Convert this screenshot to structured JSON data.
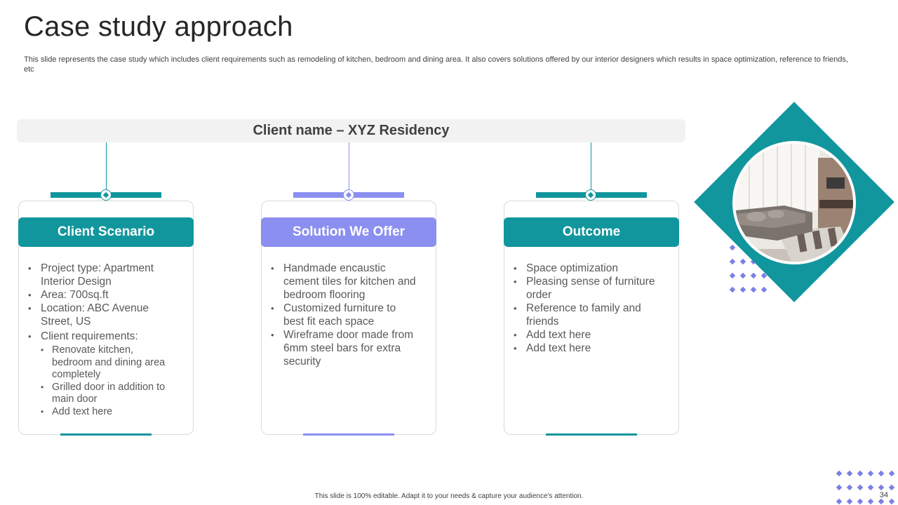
{
  "title": "Case study approach",
  "subtitle": "This slide represents the case study which includes client requirements such as remodeling of kitchen, bedroom and dining area. It also covers solutions offered by our interior designers which results in space optimization, reference to friends, etc",
  "client_bar": "Client name – XYZ Residency",
  "colors": {
    "teal": "#12969e",
    "purple": "#8b8ff0",
    "dots": "#7b7fe6"
  },
  "cards": [
    {
      "title": "Client Scenario",
      "items": [
        "Project type: Apartment Interior Design",
        "Area: 700sq.ft",
        "Location: ABC Avenue Street, US",
        "Client requirements:"
      ],
      "subitems": [
        "Renovate kitchen, bedroom and dining area completely",
        "Grilled door in addition to main door",
        "Add text here"
      ]
    },
    {
      "title": "Solution We Offer",
      "items": [
        "Handmade encaustic cement tiles for kitchen and bedroom flooring",
        "Customized furniture  to best fit each space",
        "Wireframe door made from 6mm steel bars for extra security"
      ]
    },
    {
      "title": "Outcome",
      "items": [
        "Space optimization",
        "Pleasing sense of furniture  order",
        "Reference to family and friends",
        "Add text here",
        "Add text here"
      ]
    }
  ],
  "image": {
    "icon": "living-room-photo"
  },
  "footer": "This slide is 100% editable.  Adapt it to your needs & capture your audience's attention.",
  "page_number": "34"
}
